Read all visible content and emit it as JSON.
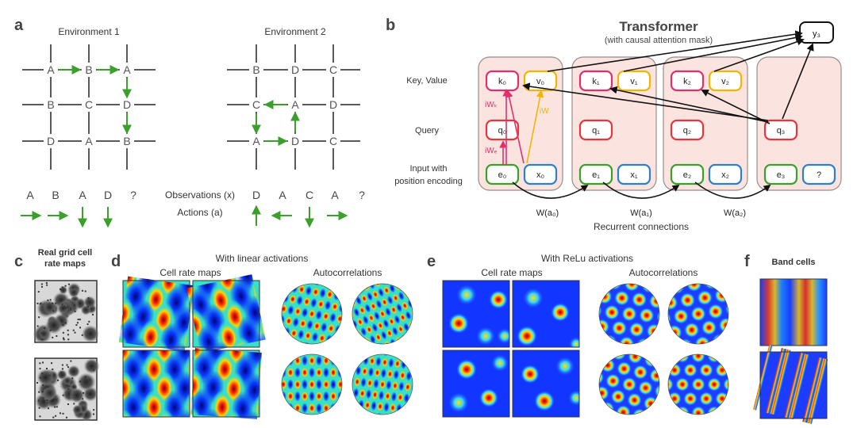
{
  "panel_letters": {
    "a": "a",
    "b": "b",
    "c": "c",
    "d": "d",
    "e": "e",
    "f": "f"
  },
  "panel_a": {
    "env1_title": "Environment 1",
    "env2_title": "Environment 2",
    "env1_grid": [
      [
        "A",
        "B",
        "A"
      ],
      [
        "B",
        "C",
        "D"
      ],
      [
        "D",
        "A",
        "B"
      ]
    ],
    "env2_grid": [
      [
        "B",
        "D",
        "C"
      ],
      [
        "C",
        "A",
        "D"
      ],
      [
        "A",
        "D",
        "C"
      ]
    ],
    "observations": [
      "A",
      "B",
      "A",
      "D",
      "?"
    ],
    "observations2": [
      "D",
      "A",
      "C",
      "A",
      "?"
    ],
    "observations_label": "Observations (x)",
    "actions_label": "Actions (a)",
    "actions1": [
      "right",
      "right",
      "down",
      "down"
    ],
    "actions2": [
      "up",
      "left",
      "down",
      "right"
    ],
    "arrow_color": "#3aa02a"
  },
  "panel_b": {
    "title": "Transformer",
    "subtitle": "(with causal attention mask)",
    "output_label": "y₃",
    "row_labels": {
      "kv": "Key, Value",
      "query": "Query",
      "input1": "Input with",
      "input2": "position encoding"
    },
    "blocks": [
      {
        "k": "k₀",
        "v": "v₀",
        "q": "q₀",
        "e": "e₀",
        "x": "x₀"
      },
      {
        "k": "k₁",
        "v": "v₁",
        "q": "q₁",
        "e": "e₁",
        "x": "x₁"
      },
      {
        "k": "k₂",
        "v": "v₂",
        "q": "q₂",
        "e": "e₂",
        "x": "x₂"
      },
      {
        "k": "",
        "v": "",
        "q": "q₃",
        "e": "e₃",
        "x": "?"
      }
    ],
    "weight_labels": {
      "wk": "iWₖ",
      "wq": "iWₑ",
      "wv": "iW"
    },
    "recurrent_labels": [
      "W(a₀)",
      "W(a₁)",
      "W(a₂)"
    ],
    "recurrent_caption": "Recurrent connections",
    "colors": {
      "key": "#e0306b",
      "value": "#f2b500",
      "query": "#e8343c",
      "pos": "#3aa02a",
      "input": "#2f7fc7",
      "block_fill": "#fbe4e0"
    }
  },
  "panel_c": {
    "label_line1": "Real grid cell",
    "label_line2": "rate maps"
  },
  "panel_d": {
    "title": "With linear activations",
    "sub_left": "Cell rate maps",
    "sub_right": "Autocorrelations"
  },
  "panel_e": {
    "title": "With ReLu activations",
    "sub_left": "Cell rate maps",
    "sub_right": "Autocorrelations"
  },
  "panel_f": {
    "title": "Band cells"
  }
}
